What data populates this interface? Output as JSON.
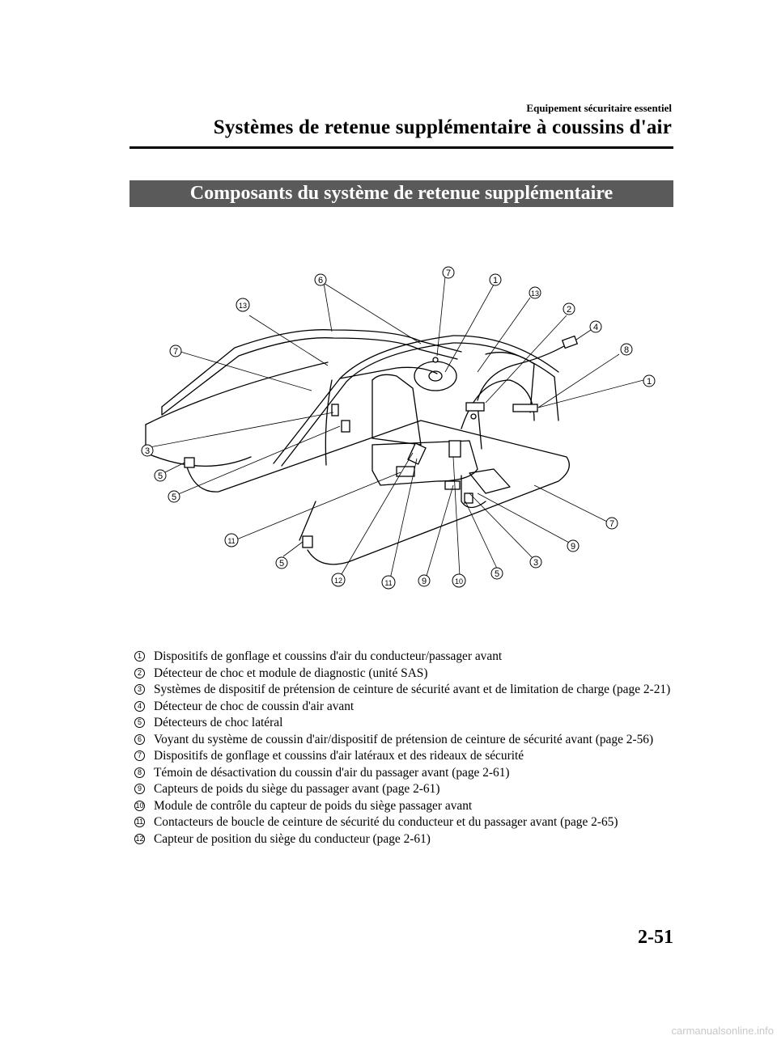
{
  "header": {
    "section": "Equipement sécuritaire essentiel",
    "title": "Systèmes de retenue supplémentaire à coussins d'air"
  },
  "banner": "Composants du système de retenue supplémentaire",
  "diagram_callouts": [
    "7",
    "6",
    "1",
    "13",
    "2",
    "4",
    "8",
    "1",
    "13",
    "7",
    "3",
    "5",
    "5",
    "11",
    "5",
    "12",
    "11",
    "9",
    "10",
    "5",
    "3",
    "9",
    "7"
  ],
  "legend": [
    {
      "num": "1",
      "text": "Dispositifs de gonflage et coussins d'air du conducteur/passager avant"
    },
    {
      "num": "2",
      "text": "Détecteur de choc et module de diagnostic (unité SAS)"
    },
    {
      "num": "3",
      "text": "Systèmes de dispositif de prétension de ceinture de sécurité avant et de limitation de charge (page 2-21)"
    },
    {
      "num": "4",
      "text": "Détecteur de choc de coussin d'air avant"
    },
    {
      "num": "5",
      "text": "Détecteurs de choc latéral"
    },
    {
      "num": "6",
      "text": "Voyant du système de coussin d'air/dispositif de prétension de ceinture de sécurité avant (page 2-56)"
    },
    {
      "num": "7",
      "text": "Dispositifs de gonflage et coussins d'air latéraux et des rideaux de sécurité"
    },
    {
      "num": "8",
      "text": "Témoin de désactivation du coussin d'air du passager avant (page 2-61)"
    },
    {
      "num": "9",
      "text": "Capteurs de poids du siège du passager avant (page 2-61)"
    },
    {
      "num": "10",
      "text": "Module de contrôle du capteur de poids du siège passager avant"
    },
    {
      "num": "11",
      "text": "Contacteurs de boucle de ceinture de sécurité du conducteur et du passager avant (page 2-65)"
    },
    {
      "num": "12",
      "text": "Capteur de position du siège du conducteur (page 2-61)"
    }
  ],
  "page_number": "2-51",
  "watermark": "carmanualsonline.info"
}
